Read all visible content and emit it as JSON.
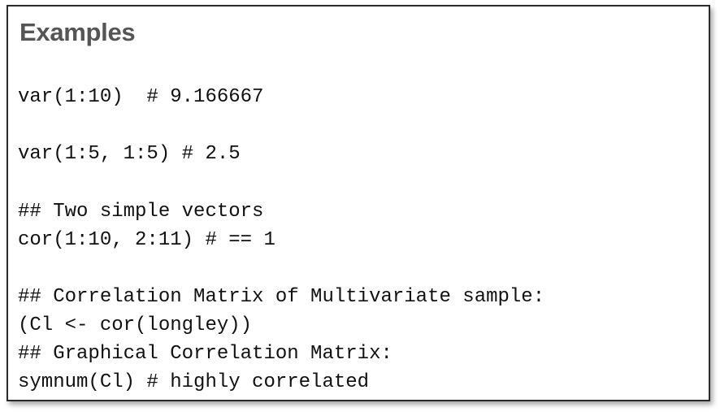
{
  "section": {
    "title": "Examples"
  },
  "code": {
    "lines": [
      "var(1:10)  # 9.166667",
      "var(1:5, 1:5) # 2.5",
      "## Two simple vectors",
      "cor(1:10, 2:11) # == 1",
      "## Correlation Matrix of Multivariate sample:",
      "(Cl <- cor(longley))",
      "## Graphical Correlation Matrix:",
      "symnum(Cl) # highly correlated"
    ]
  }
}
